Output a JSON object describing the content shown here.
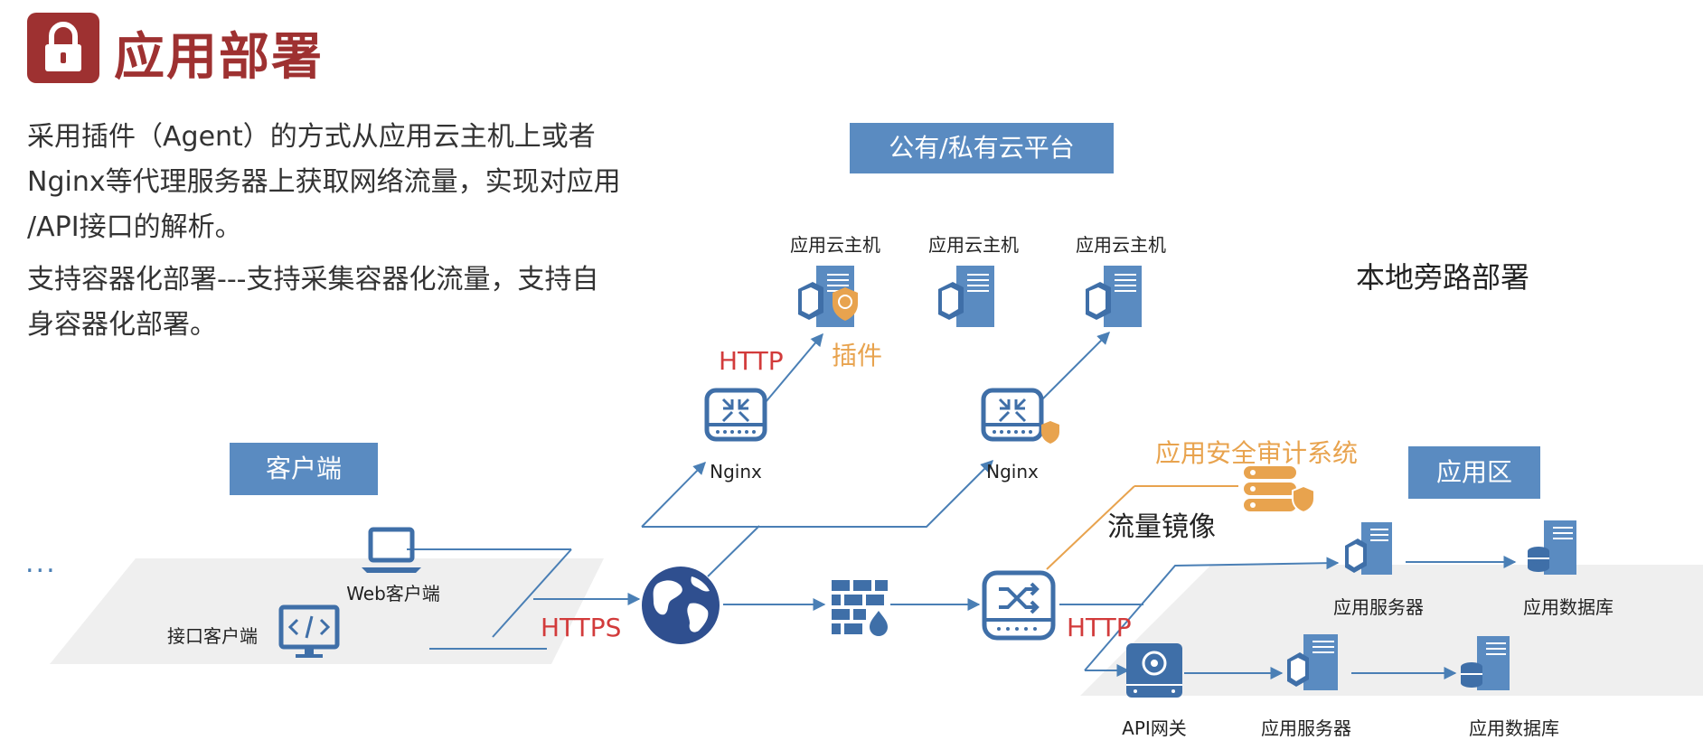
{
  "header": {
    "title": "应用部署"
  },
  "description": {
    "lines": [
      "采用插件（Agent）的方式从应用云主机上或者",
      "Nginx等代理服务器上获取网络流量，实现对应用",
      "/API接口的解析。",
      "支持容器化部署---支持采集容器化流量，支持自",
      "身容器化部署。"
    ]
  },
  "diagram": {
    "cloud_platform_label": "公有/私有云平台",
    "cloud_hosts": [
      "应用云主机",
      "应用云主机",
      "应用云主机"
    ],
    "local_bypass_label": "本地旁路部署",
    "client_zone_label": "客户端",
    "app_zone_label": "应用区",
    "web_client": "Web客户端",
    "api_client": "接口客户端",
    "nginx_1": "Nginx",
    "nginx_2": "Nginx",
    "plugin_label": "插件",
    "audit_system": "应用安全审计系统",
    "traffic_mirror": "流量镜像",
    "http_1": "HTTP",
    "https": "HTTPS",
    "http_2": "HTTP",
    "app_server_1": "应用服务器",
    "app_db_1": "应用数据库",
    "api_gateway": "API网关",
    "app_server_2": "应用服务器",
    "app_db_2": "应用数据库",
    "ellipsis": "...",
    "colors": {
      "accent_red": "#9e3131",
      "blue": "#5a8bc1",
      "icon_blue": "#3f6fa8",
      "orange": "#e8a34e",
      "proto_red": "#d23b3b"
    }
  }
}
